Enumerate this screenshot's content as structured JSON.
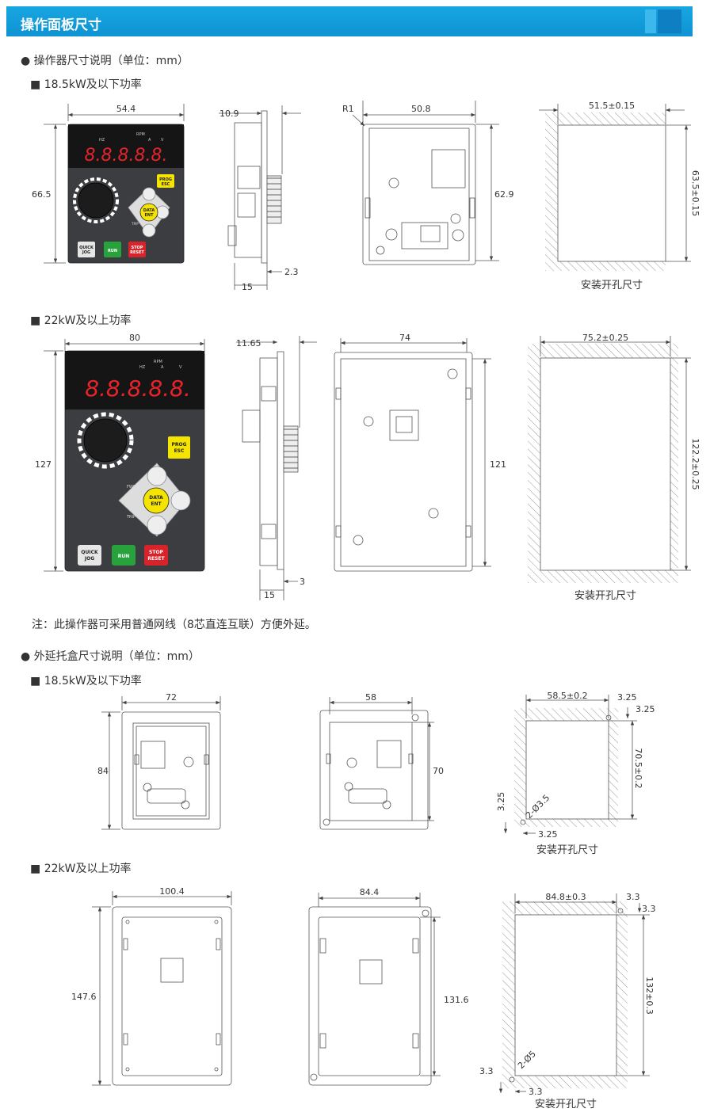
{
  "header": {
    "title": "操作面板尺寸"
  },
  "section1": {
    "title": "操作器尺寸说明（单位：mm）",
    "sub1": "18.5kW及以下功率",
    "sub2": "22kW及以上功率",
    "note": "注：此操作器可采用普通网线（8芯直连互联）方便外延。"
  },
  "section2": {
    "title": "外延托盒尺寸说明（单位：mm）",
    "sub1": "18.5kW及以下功率",
    "sub2": "22kW及以上功率"
  },
  "cutout_label": "安装开孔尺寸",
  "panel": {
    "display": "8.8.8.8.8.",
    "prog": "PROG",
    "esc": "ESC",
    "data": "DATA",
    "ent": "ENT",
    "quick": "QUICK",
    "jog": "JOG",
    "run": "RUN",
    "stop": "STOP",
    "reset": "RESET",
    "fwd": "FWD",
    "trip": "TRIP",
    "hz": "HZ",
    "a": "A",
    "v": "V",
    "rpm": "RPM"
  },
  "dims": {
    "s1_w": "54.4",
    "s1_h": "66.5",
    "s1_side_top": "10.9",
    "s1_side_b1": "15",
    "s1_side_b2": "2.3",
    "s1_back_r": "R1",
    "s1_back_w": "50.8",
    "s1_back_h": "62.9",
    "s1_cut_w": "51.5±0.15",
    "s1_cut_h": "63.5±0.15",
    "s2_w": "80",
    "s2_h": "127",
    "s2_side_top": "11.65",
    "s2_side_b1": "15",
    "s2_side_b2": "3",
    "s2_back_w": "74",
    "s2_back_h": "121",
    "s2_cut_w": "75.2±0.25",
    "s2_cut_h": "122.2±0.25",
    "b1_w": "72",
    "b1_h": "84",
    "b1b_w": "58",
    "b1b_h": "70",
    "b1_cut_w": "58.5±0.2",
    "b1_cut_h": "70.5±0.2",
    "b1_c": "3.25",
    "b1_d": "2-Ø3.5",
    "b2_w": "100.4",
    "b2_h": "147.6",
    "b2b_w": "84.4",
    "b2b_h": "131.6",
    "b2_cut_w": "84.8±0.3",
    "b2_cut_h": "132±0.3",
    "b2_c": "3.3",
    "b2_d": "2-Ø5"
  }
}
